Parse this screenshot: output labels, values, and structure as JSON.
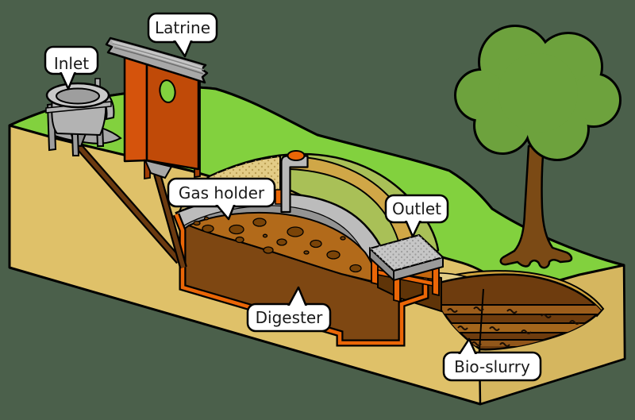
{
  "diagram": {
    "type": "biogas-digester-cutaway",
    "labels": {
      "inlet": "Inlet",
      "latrine": "Latrine",
      "gas_holder": "Gas holder",
      "outlet": "Outlet",
      "digester": "Digester",
      "bio_slurry": "Bio-slurry"
    },
    "colors": {
      "background": "#4b604b",
      "grass": "#82d13e",
      "mound_grass": "#a9c057",
      "sand": "#dfc169",
      "sand_side": "#d5b65f",
      "earth_cut": "#e3cc86",
      "ochre_band": "#d0a747",
      "concrete": "#bcbcbc",
      "concrete_dark": "#949494",
      "lining_orange": "#ea6607",
      "latrine_orange": "#d5530c",
      "latrine_orange_dark": "#c04a08",
      "roof_gray": "#a8a8a8",
      "slurry": "#b26a1a",
      "slurry_blob": "#7a4408",
      "slurry_front": "#7e4712",
      "chamber_dark": "#5f3408",
      "pit_brown": "#6e3c0e",
      "pit_band_light": "#9c5d1b",
      "pit_band_mid": "#a4661c",
      "tree_green": "#6da23d",
      "trunk_brown": "#7b4a15",
      "bubble_fill": "#ffffff",
      "bubble_stroke": "#000000"
    }
  }
}
